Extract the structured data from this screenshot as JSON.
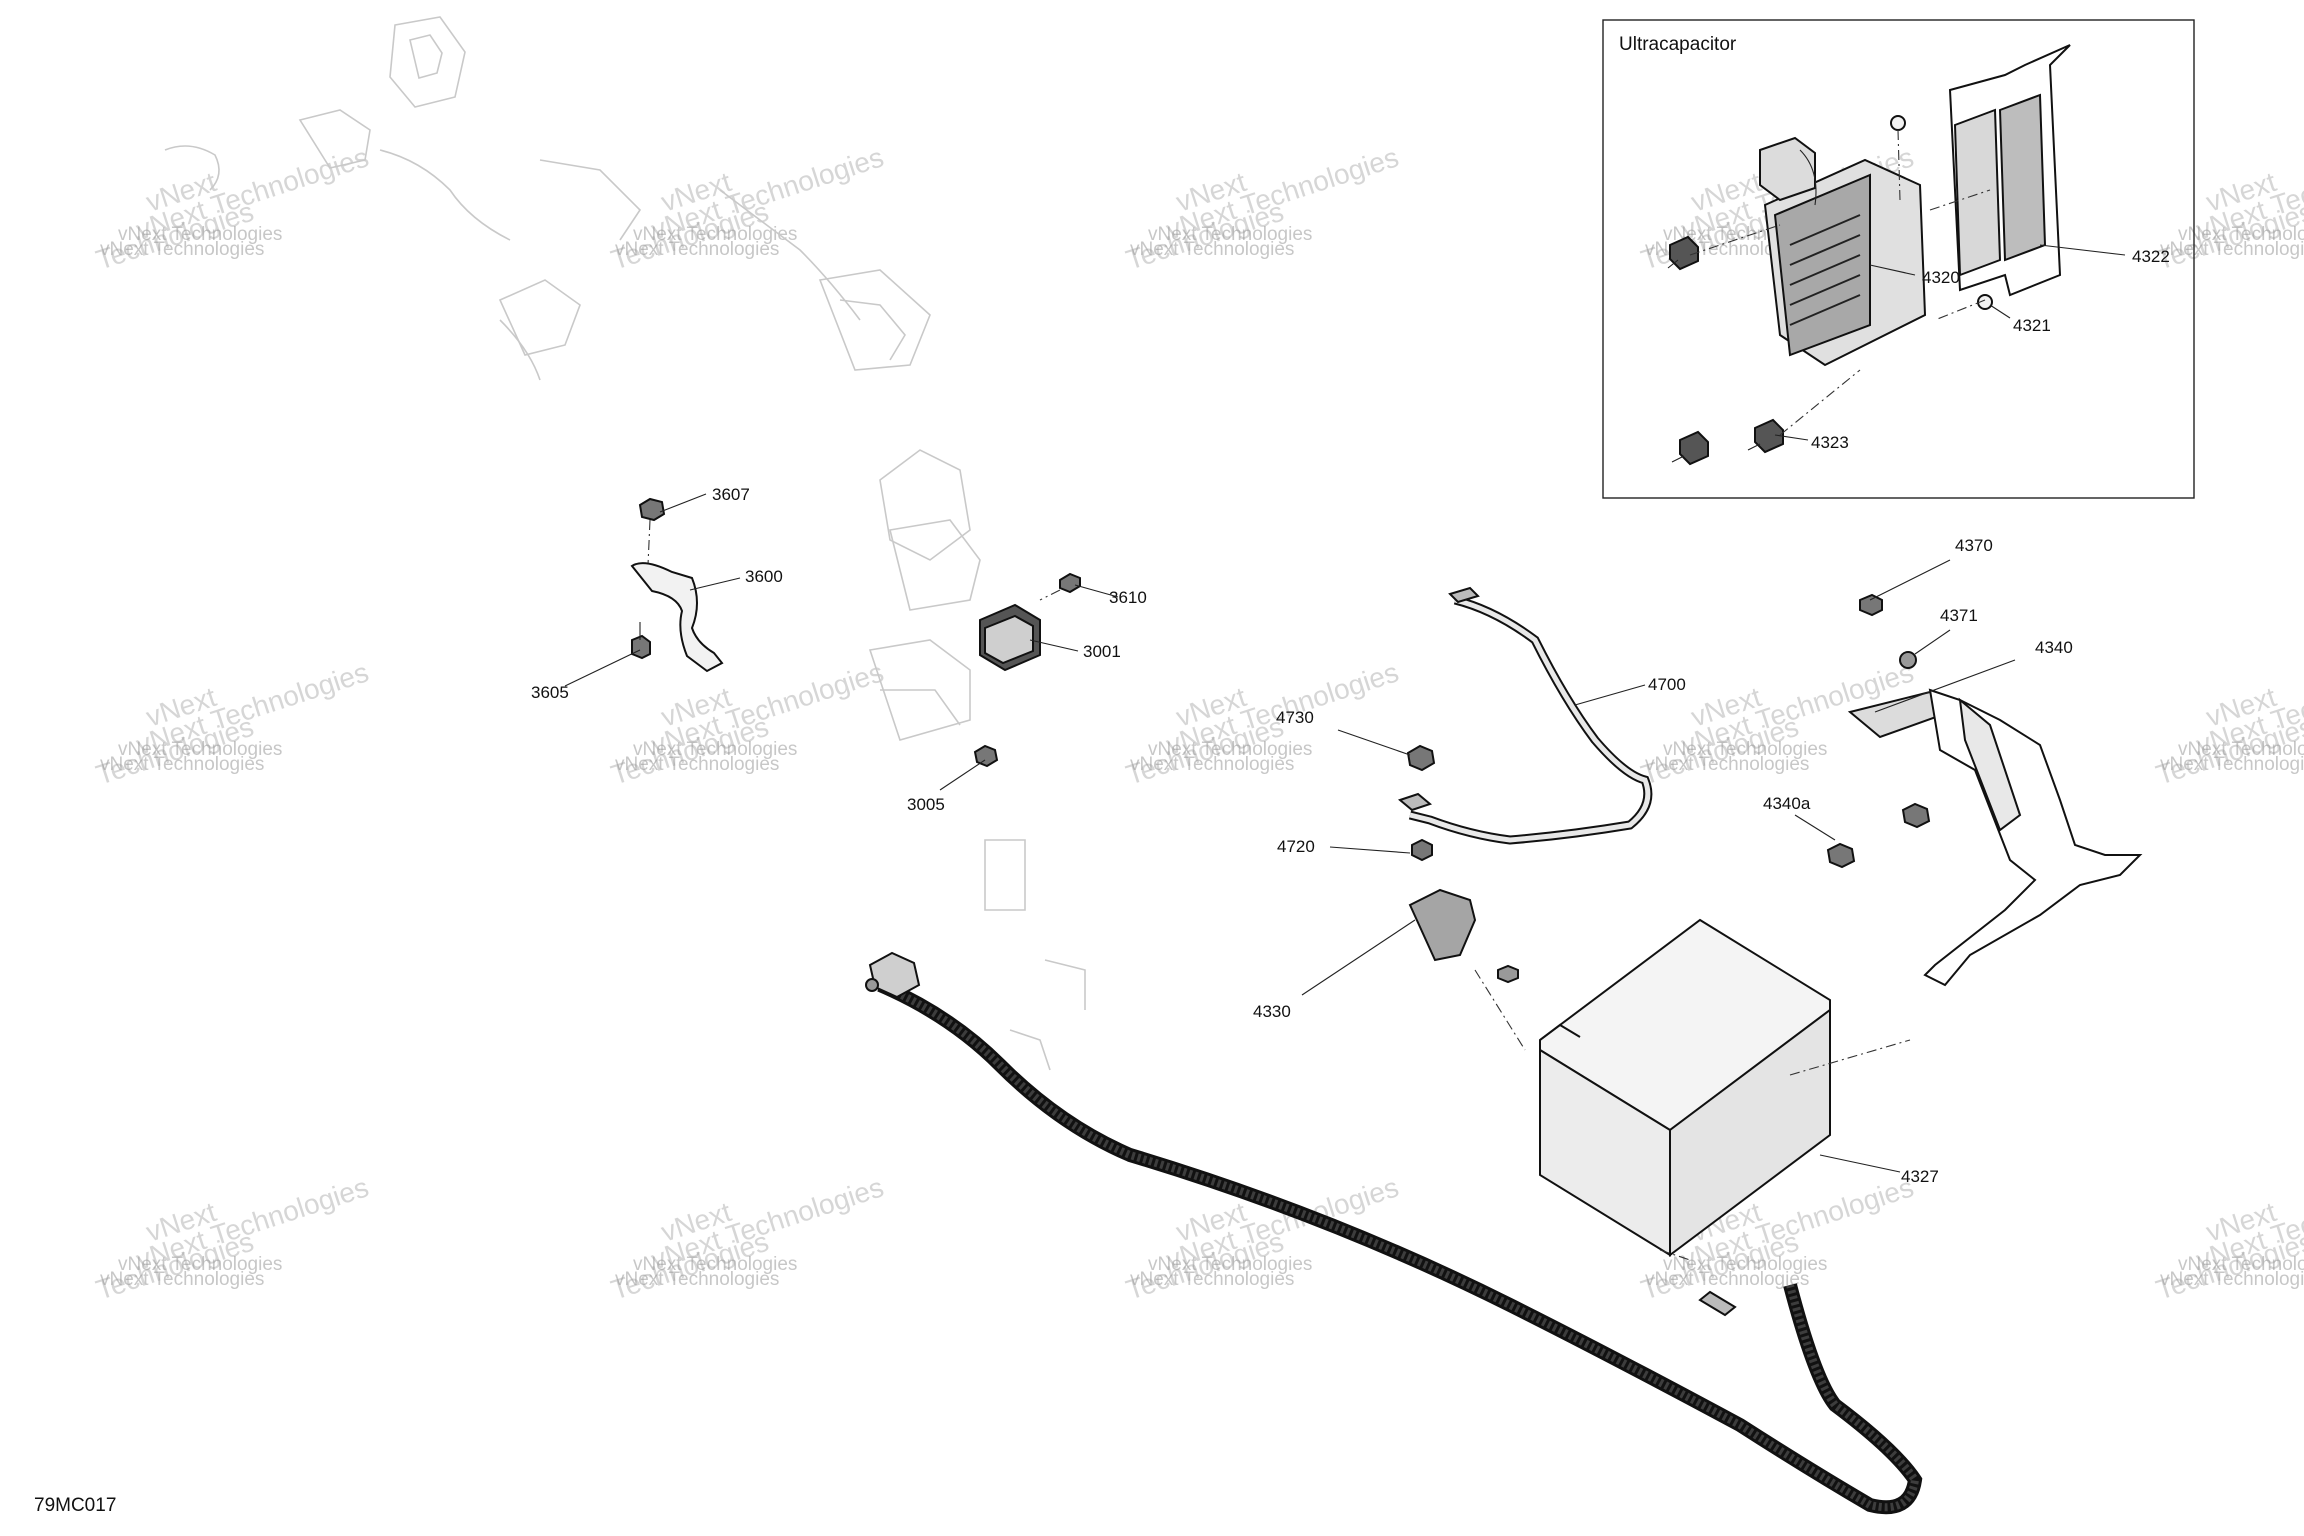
{
  "inset": {
    "title": "Ultracapacitor"
  },
  "drawing_code": "79MC017",
  "watermark": {
    "line1": "vNext Technologies",
    "line2": "Technologies",
    "line3": "vNext"
  },
  "callouts": [
    {
      "id": "3607",
      "text": "3607"
    },
    {
      "id": "3600",
      "text": "3600"
    },
    {
      "id": "3605",
      "text": "3605"
    },
    {
      "id": "3610",
      "text": "3610"
    },
    {
      "id": "3001",
      "text": "3001"
    },
    {
      "id": "3005",
      "text": "3005"
    },
    {
      "id": "4730",
      "text": "4730"
    },
    {
      "id": "4720",
      "text": "4720"
    },
    {
      "id": "4700",
      "text": "4700"
    },
    {
      "id": "4330",
      "text": "4330"
    },
    {
      "id": "4327",
      "text": "4327"
    },
    {
      "id": "4370",
      "text": "4370"
    },
    {
      "id": "4371",
      "text": "4371"
    },
    {
      "id": "4340",
      "text": "4340"
    },
    {
      "id": "4340a",
      "text": "4340a"
    },
    {
      "id": "4320",
      "text": "4320"
    },
    {
      "id": "4321",
      "text": "4321"
    },
    {
      "id": "4322",
      "text": "4322"
    },
    {
      "id": "4323",
      "text": "4323"
    }
  ]
}
